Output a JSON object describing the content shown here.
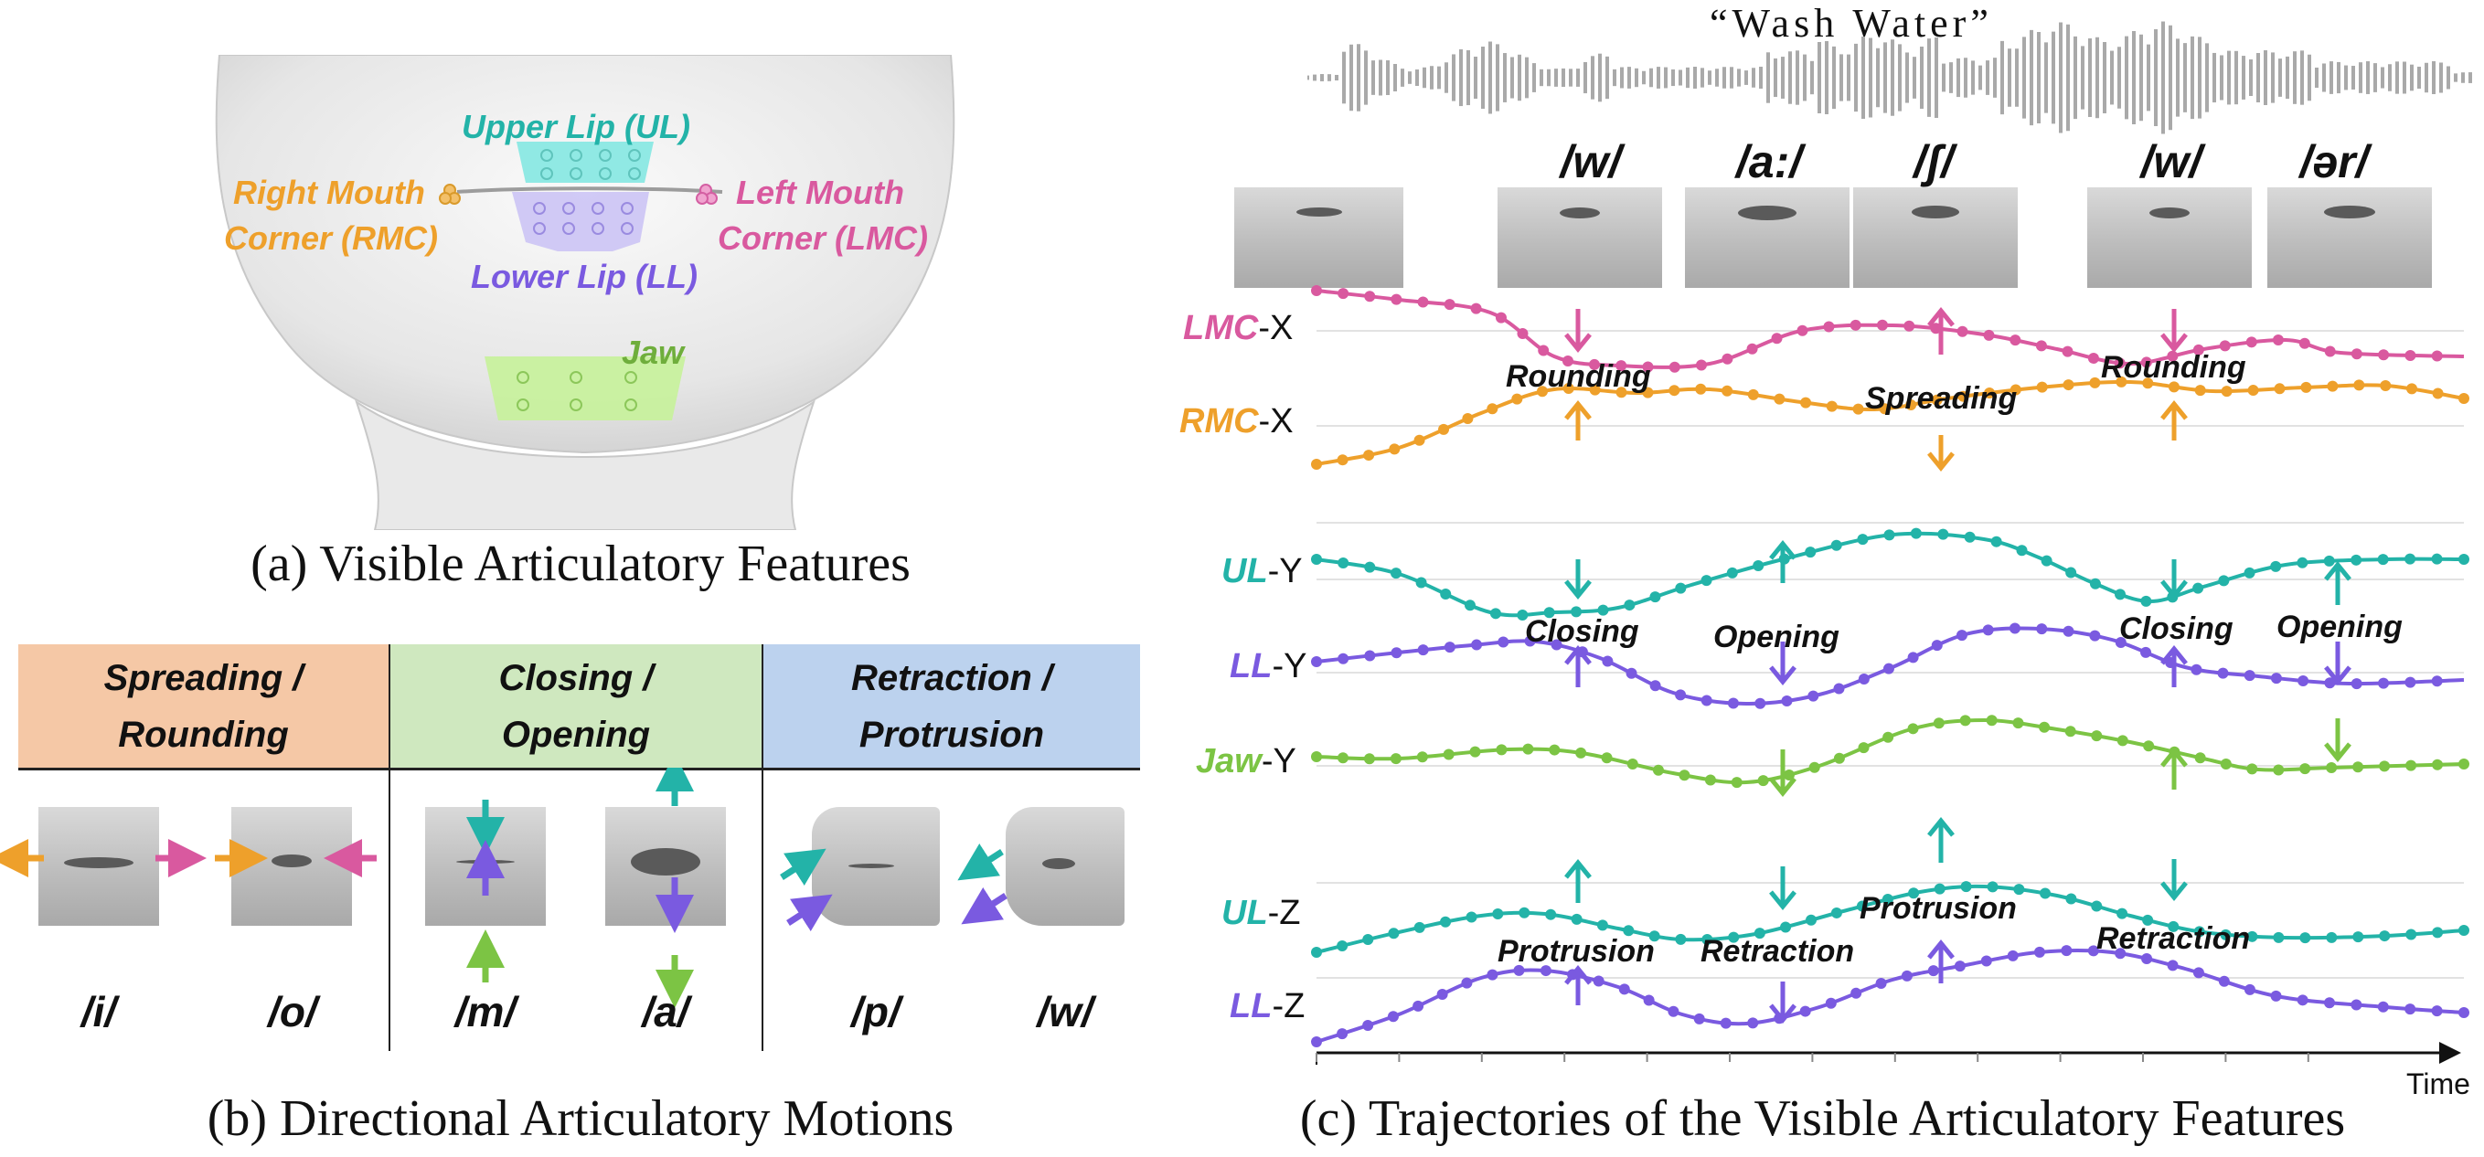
{
  "colors": {
    "lmc": "#d9599f",
    "rmc": "#eea02b",
    "ul": "#23b3a8",
    "ll": "#7a5ae0",
    "jaw": "#7cc444",
    "hdr_a": "#f5c8a6",
    "hdr_b": "#cfe8bf",
    "hdr_c": "#bcd2ee"
  },
  "panel_a": {
    "caption": "(a) Visible Articulatory Features",
    "labels": {
      "upper_lip": "Upper Lip (UL)",
      "lower_lip": "Lower Lip (LL)",
      "right_corner_1": "Right Mouth",
      "right_corner_2": "Corner (RMC)",
      "left_corner_1": "Left Mouth",
      "left_corner_2": "Corner (LMC)",
      "jaw": "Jaw"
    }
  },
  "panel_b": {
    "caption": "(b) Directional Articulatory Motions",
    "headers": [
      {
        "line1": "Spreading /",
        "line2": "Rounding"
      },
      {
        "line1": "Closing /",
        "line2": "Opening"
      },
      {
        "line1": "Retraction /",
        "line2": "Protrusion"
      }
    ],
    "phonemes": [
      "/i/",
      "/o/",
      "/m/",
      "/a/",
      "/p/",
      "/w/"
    ]
  },
  "panel_c": {
    "caption": "(c) Trajectories of the Visible Articulatory Features",
    "utterance": "“Wash Water”",
    "phonemes": [
      "/w/",
      "/a:/",
      "/ʃ/",
      "/w/",
      "/ər/"
    ],
    "tracks": [
      {
        "name": "LMC",
        "suffix": "-X"
      },
      {
        "name": "RMC",
        "suffix": "-X"
      },
      {
        "name": "UL",
        "suffix": "-Y"
      },
      {
        "name": "LL",
        "suffix": "-Y"
      },
      {
        "name": "Jaw",
        "suffix": "-Y"
      },
      {
        "name": "UL",
        "suffix": "-Z"
      },
      {
        "name": "LL",
        "suffix": "-Z"
      }
    ],
    "motions": {
      "rounding_1": "Rounding",
      "spreading": "Spreading",
      "rounding_2": "Rounding",
      "closing_1": "Closing",
      "opening_1": "Opening",
      "closing_2": "Closing",
      "opening_2": "Opening",
      "protrusion_1": "Protrusion",
      "retraction_1": "Retraction",
      "protrusion_2": "Protrusion",
      "retraction_2": "Retraction"
    },
    "time_label": "Time"
  }
}
